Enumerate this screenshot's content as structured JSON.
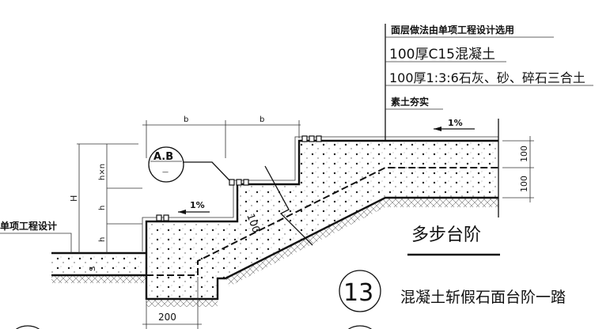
{
  "notes": {
    "header": "面层做法由单项工程设计选用",
    "layer1": "100厚C15混凝土",
    "layer2": "100厚1:3:6石灰、砂、碎石三合土",
    "layer3": "素土夯实"
  },
  "dims": {
    "b1": "b",
    "b2": "b",
    "H": "H",
    "hxn": "h×n",
    "h1": "h",
    "h2": "h",
    "slope_top": "1%",
    "slope_step": "1%",
    "thickness_slope": "100",
    "right_top": "100",
    "right_bottom": "100",
    "base_width": "200",
    "left_s": "S"
  },
  "callout": {
    "ref": "A.B",
    "sub": "—"
  },
  "left_note": "单项工程设计",
  "title": "多步台阶",
  "detail": {
    "number": "13",
    "caption": "混凝土斩假石面台阶一踏"
  },
  "colors": {
    "ink": "#111111",
    "paper": "#ffffff"
  }
}
